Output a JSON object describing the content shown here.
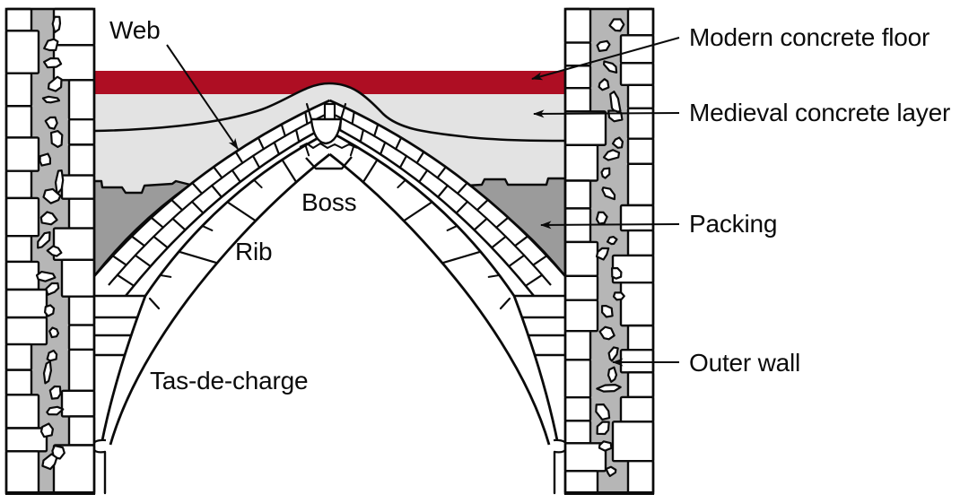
{
  "labels": {
    "web": "Web",
    "boss": "Boss",
    "rib": "Rib",
    "tas_de_charge": "Tas-de-charge",
    "modern_concrete_floor": "Modern concrete floor",
    "medieval_concrete_layer": "Medieval concrete layer",
    "packing": "Packing",
    "outer_wall": "Outer wall"
  },
  "colors": {
    "modern_floor_red": "#ae0e23",
    "medieval_layer_gray": "#e3e3e3",
    "packing_gray": "#9b9b9b",
    "wall_core_gray": "#b6b6b6",
    "stone_white": "#ffffff",
    "line_black": "#0a0a0a"
  }
}
